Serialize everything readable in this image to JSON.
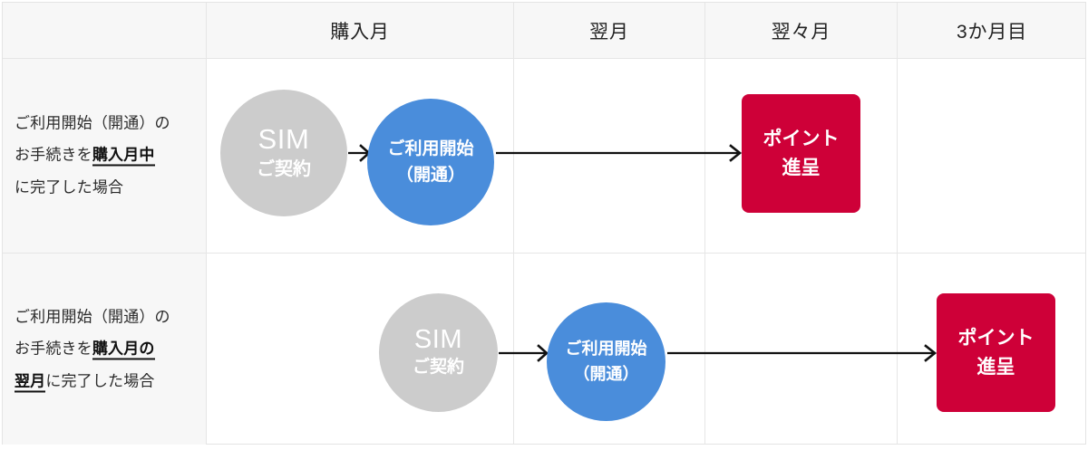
{
  "table": {
    "columns": [
      {
        "key": "condition",
        "label": ""
      },
      {
        "key": "purchase_month",
        "label": "購入月"
      },
      {
        "key": "next_month",
        "label": "翌月"
      },
      {
        "key": "month_after_next",
        "label": "翌々月"
      },
      {
        "key": "third_month",
        "label": "3か月目"
      }
    ],
    "rows": [
      {
        "id": "row-purchase-month",
        "condition": {
          "line1": "ご利用開始（開通）の",
          "line2_prefix": "お手続きを",
          "line2_emphasis": "購入月中",
          "line3": "に完了した場合"
        },
        "nodes": {
          "sim": {
            "line1": "SIM",
            "line2": "ご契約",
            "color": "#cccccc",
            "shape": "circle"
          },
          "activation": {
            "line1": "ご利用開始",
            "line2": "（開通）",
            "color": "#4a8ddb",
            "shape": "circle"
          },
          "points": {
            "line1": "ポイント",
            "line2": "進呈",
            "color": "#ce0038",
            "shape": "rounded-rect"
          }
        }
      },
      {
        "id": "row-next-month",
        "condition": {
          "line1": "ご利用開始（開通）の",
          "line2_prefix": "お手続きを",
          "line2_emphasis": "購入月の",
          "line3_emphasis": "翌月",
          "line3_suffix": "に完了した場合"
        },
        "nodes": {
          "sim": {
            "line1": "SIM",
            "line2": "ご契約",
            "color": "#cccccc",
            "shape": "circle"
          },
          "activation": {
            "line1": "ご利用開始",
            "line2": "（開通）",
            "color": "#4a8ddb",
            "shape": "circle"
          },
          "points": {
            "line1": "ポイント",
            "line2": "進呈",
            "color": "#ce0038",
            "shape": "rounded-rect"
          }
        }
      }
    ]
  },
  "theme": {
    "header_bg": "#f7f7f7",
    "label_bg": "#f7f7f7",
    "grid_line": "#e6e6e6",
    "gray": "#cccccc",
    "blue": "#4a8ddb",
    "red": "#ce0038",
    "text": "#2b2b2b",
    "arrow": "#111111"
  }
}
